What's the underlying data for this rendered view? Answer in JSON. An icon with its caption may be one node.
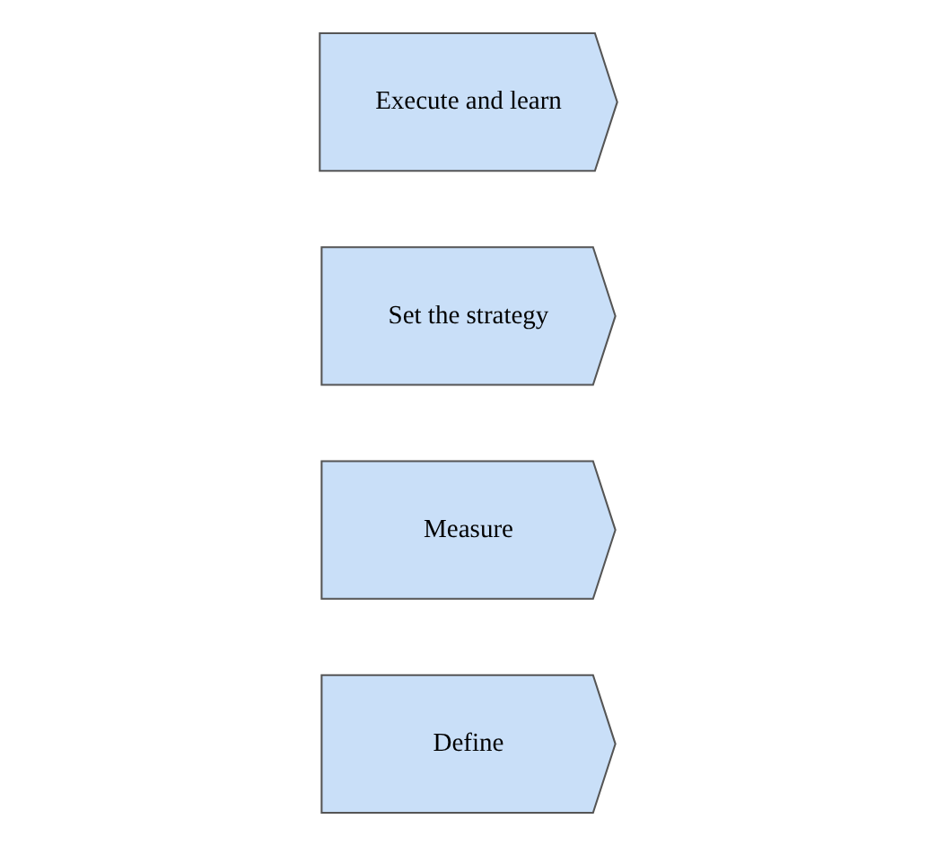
{
  "diagram": {
    "nodes": [
      {
        "text": [
          "Define"
        ]
      },
      {
        "text": [
          "Measure"
        ]
      },
      {
        "text": [
          "Set the strategy"
        ]
      },
      {
        "text": [
          "Execute and learn"
        ]
      }
    ]
  }
}
